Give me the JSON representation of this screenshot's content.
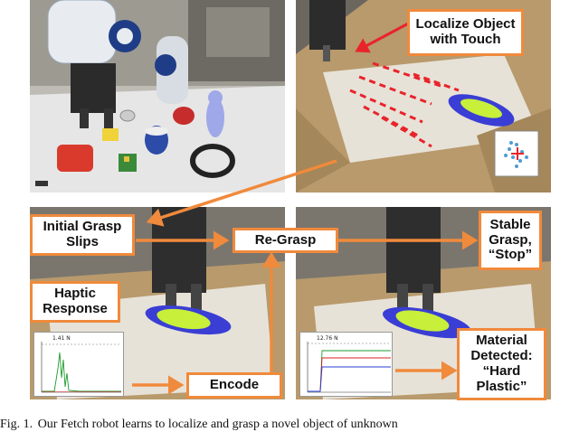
{
  "labels": {
    "localize": "Localize Object\nwith Touch",
    "initial_grasp": "Initial Grasp\nSlips",
    "regrasp": "Re-Grasp",
    "stable": "Stable\nGrasp,\n“Stop”",
    "haptic": "Haptic\nResponse",
    "encode": "Encode",
    "material": "Material\nDetected:\n“Hard\nPlastic”"
  },
  "plots": {
    "left_title": "1.41 N",
    "right_title": "12.76 N"
  },
  "caption": {
    "prefix": "Fig. 1.",
    "text": "Our Fetch robot learns to localize and grasp a novel object of unknown"
  },
  "colors": {
    "accent_orange": "#f08a3c",
    "touch_red": "#e8242a"
  }
}
